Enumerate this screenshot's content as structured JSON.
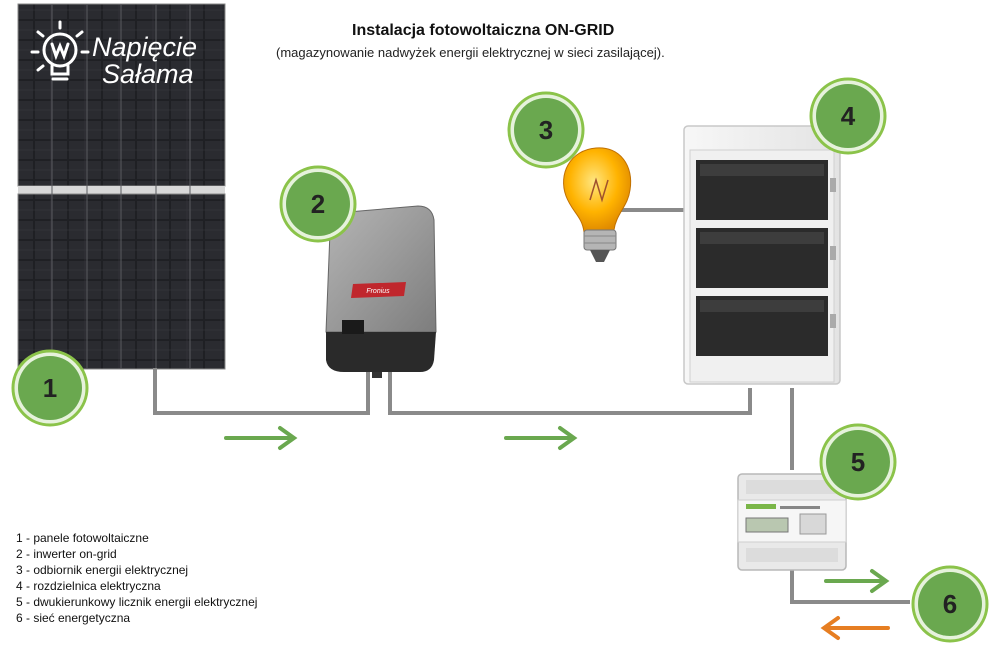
{
  "header": {
    "title": "Instalacja fotowoltaiczna ON-GRID",
    "subtitle": "(magazynowanie nadwyżek energii elektrycznej w sieci zasilającej)."
  },
  "logo": {
    "line1": "Napięcie",
    "line2": "Sałama",
    "icon": "lightbulb-icon"
  },
  "inverter": {
    "brand": "Fronius"
  },
  "components": [
    {
      "number": "1"
    },
    {
      "number": "2"
    },
    {
      "number": "3"
    },
    {
      "number": "4"
    },
    {
      "number": "5"
    },
    {
      "number": "6"
    }
  ],
  "legend": [
    "1 - panele fotowoltaiczne",
    "2 - inwerter on-grid",
    "3 - odbiornik energii elektrycznej",
    "4 - rozdzielnica elektryczna",
    "5 - dwukierunkowy licznik energii elektrycznej",
    "6 - sieć energetyczna"
  ],
  "colors": {
    "badge_green": "#6aa84f",
    "badge_ring": "#8bc34a",
    "arrow_green": "#6aa84f",
    "arrow_orange": "#e67e22",
    "wire": "#8a8a8a"
  }
}
